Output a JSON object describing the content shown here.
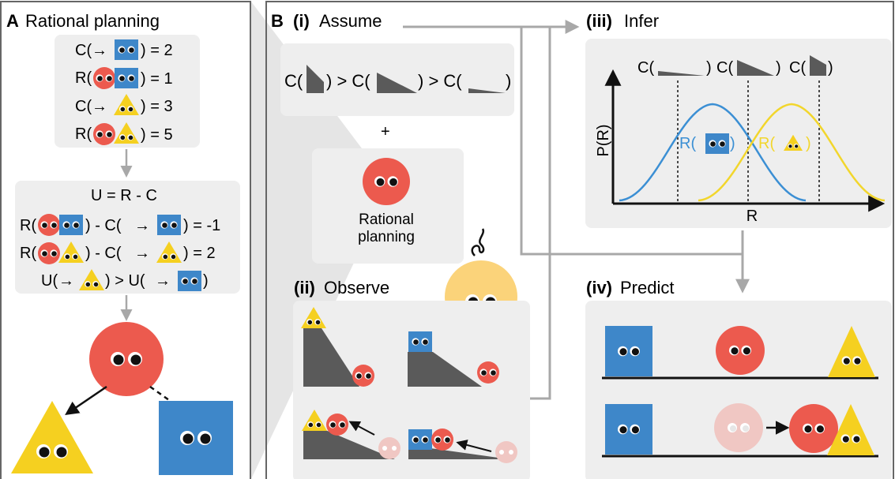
{
  "panel_a": {
    "letter": "A",
    "title": "Rational planning",
    "cost_open": "C(",
    "reward_open": "R(",
    "arrow": "→",
    "close_eq2": ") = 2",
    "close_eq1": ") = 1",
    "close_eq3": ") = 3",
    "close_eq5": ") = 5",
    "utility_def": "U = R - C",
    "minus_c": ") - C(",
    "close_neg1": ") = -1",
    "close_2": ") = 2",
    "u_open": "U(",
    "u_close_gt": ") > U(",
    "close": ")"
  },
  "panel_b": {
    "letter": "B",
    "step_i_num": "(i)",
    "step_i": "Assume",
    "cost_ordering": {
      "c_open": "C(",
      "gt_c": ") > C(",
      "close": ")"
    },
    "plus": "+",
    "agent_caption_line1": "Rational",
    "agent_caption_line2": "planning",
    "step_ii_num": "(ii)",
    "step_ii": "Observe",
    "step_iii_num": "(iii)",
    "step_iii": "Infer",
    "infer_plot": {
      "ylabel": "P(R)",
      "xlabel": "R",
      "cost_marker": "C(",
      "close": ")",
      "reward_open": "R(",
      "colors": {
        "blue": "#3b8fd4",
        "yellow": "#f2d62c"
      }
    },
    "step_iv_num": "(iv)",
    "step_iv": "Predict"
  },
  "colors": {
    "red": "#ec5a4e",
    "blue": "#3e87c9",
    "yellow": "#f5d020",
    "gray_box": "#eeeeee",
    "slope": "#5a5a5a",
    "border": "#666666",
    "faded": "#f0c7c3",
    "observer": "#fbd37a"
  }
}
